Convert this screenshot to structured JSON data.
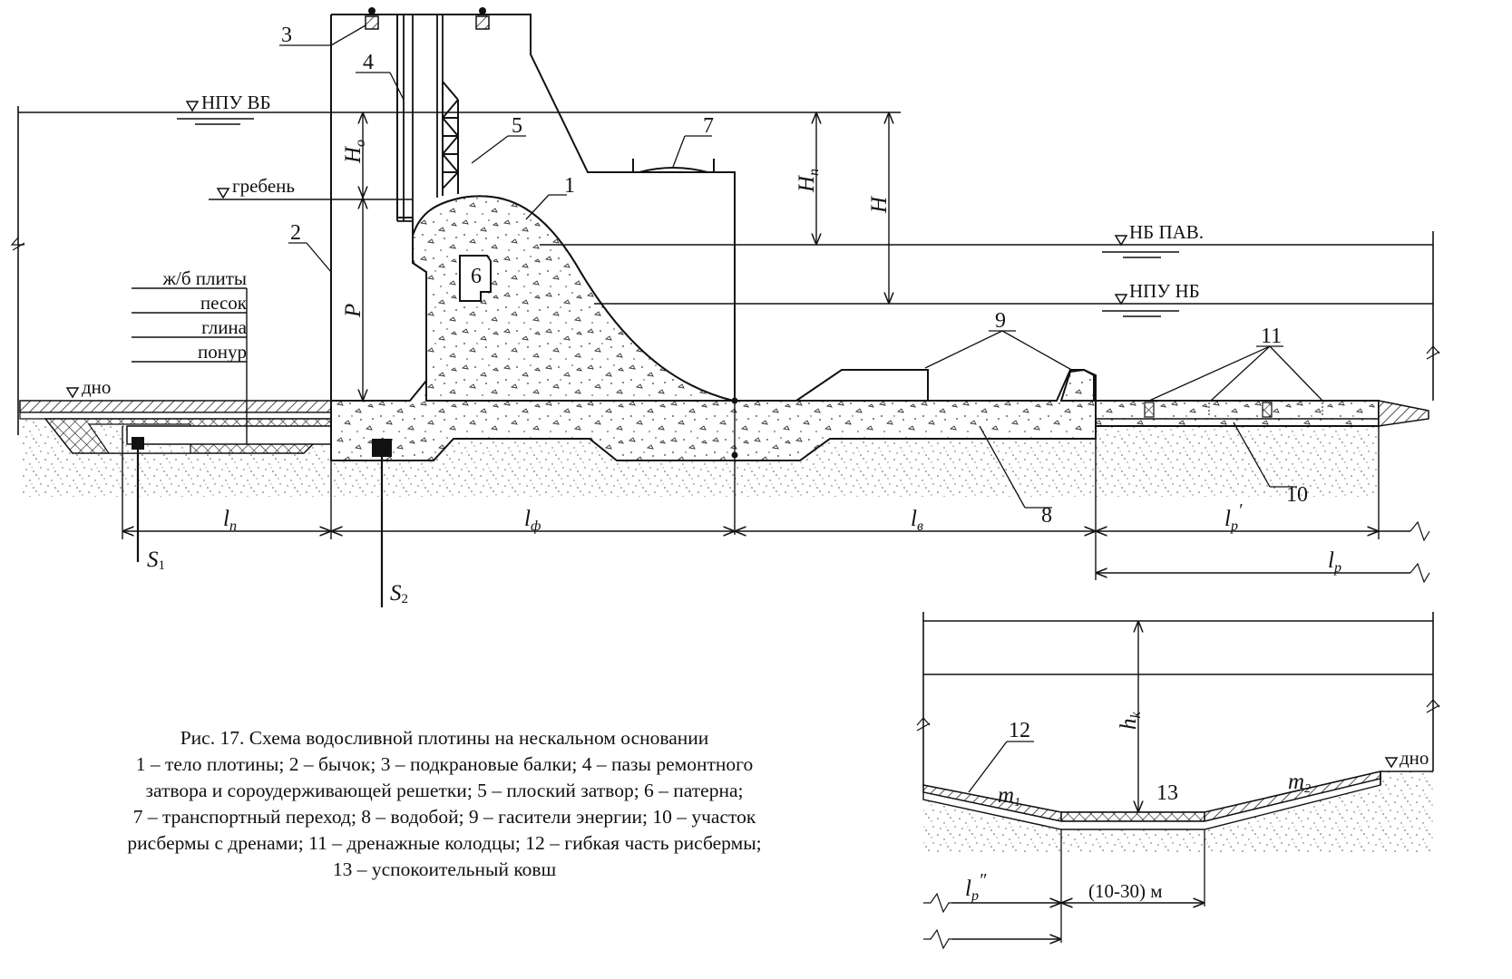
{
  "levels": {
    "npu_vb": "НПУ ВБ",
    "greben": "гребень",
    "nb_pav": "НБ ПАВ.",
    "npu_nb": "НПУ НБ",
    "dno": "дно",
    "dno_right": "дно"
  },
  "layers": [
    "ж/б плиты",
    "песок",
    "глина",
    "понур"
  ],
  "part_numbers": [
    "1",
    "2",
    "3",
    "4",
    "5",
    "6",
    "7",
    "8",
    "9",
    "10",
    "11",
    "12",
    "13"
  ],
  "dimensions": {
    "H_o": "H",
    "H_o_sub": "o",
    "H_n": "H",
    "H_n_sub": "n",
    "H": "H",
    "P": "P",
    "l_n": "l",
    "l_n_sub": "n",
    "l_f": "l",
    "l_f_sub": "ф",
    "l_v": "l",
    "l_v_sub": "в",
    "l_p_prime": "l",
    "l_p_prime_sub": "p",
    "l_p_prime_mark": "′",
    "l_p": "l",
    "l_p_sub": "p",
    "l_p_dprime": "l",
    "l_p_dprime_sub": "p",
    "l_p_dprime_mark": "″",
    "h_k": "h",
    "h_k_sub": "k",
    "m1": "m",
    "m1_sub": "1",
    "m2": "m",
    "m2_sub": "2",
    "S1": "S",
    "S1_sub": "1",
    "S2": "S",
    "S2_sub": "2",
    "bucket_width": "(10-30) м"
  },
  "caption": {
    "title": "Рис. 17. Схема водосливной плотины на нескальном основании",
    "line1": "1 – тело плотины; 2 – бычок; 3 – подкрановые балки; 4 – пазы ремонтного",
    "line2": "затвора и сороудерживающей решетки; 5 – плоский затвор; 6 – патерна;",
    "line3": "7 – транспортный переход; 8 – водобой; 9 – гасители энергии; 10 – участок",
    "line4": "рисбермы с дренами; 11 – дренажные колодцы; 12 – гибкая часть рисбермы;",
    "line5": "13 – успокоительный ковш"
  }
}
